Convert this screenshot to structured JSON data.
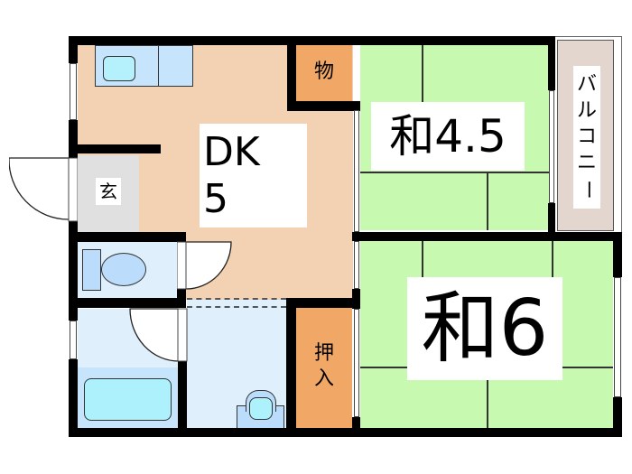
{
  "floor_plan": {
    "rooms": {
      "dk": {
        "label_line1": "DK",
        "label_line2": "5",
        "type": "dining-kitchen",
        "size_jo": "5"
      },
      "washitsu_small": {
        "label": "和4.5",
        "type": "japanese-tatami-room",
        "size_jo": "4.5"
      },
      "washitsu_large": {
        "label": "和6",
        "type": "japanese-tatami-room",
        "size_jo": "6"
      },
      "storage": {
        "label": "物",
        "type": "storage"
      },
      "genkan": {
        "label": "玄",
        "type": "entrance"
      },
      "oshiire": {
        "label": "押入",
        "label_line1": "押",
        "label_line2": "入",
        "type": "closet"
      },
      "balcony": {
        "label": "バルコニー",
        "chars": [
          "バ",
          "ル",
          "コ",
          "ニ",
          "ー"
        ],
        "type": "balcony"
      },
      "toilet": {
        "type": "toilet"
      },
      "bathroom": {
        "type": "bathroom"
      },
      "washroom": {
        "type": "washroom"
      }
    },
    "colors": {
      "dk": "#f3d2b4",
      "tatami": "#c8f9b0",
      "wet_area": "#dff0fc",
      "closet": "#f1a866",
      "genkan": "#e0e0e0",
      "balcony": "#e2d6ce",
      "wall": "#000000"
    }
  }
}
